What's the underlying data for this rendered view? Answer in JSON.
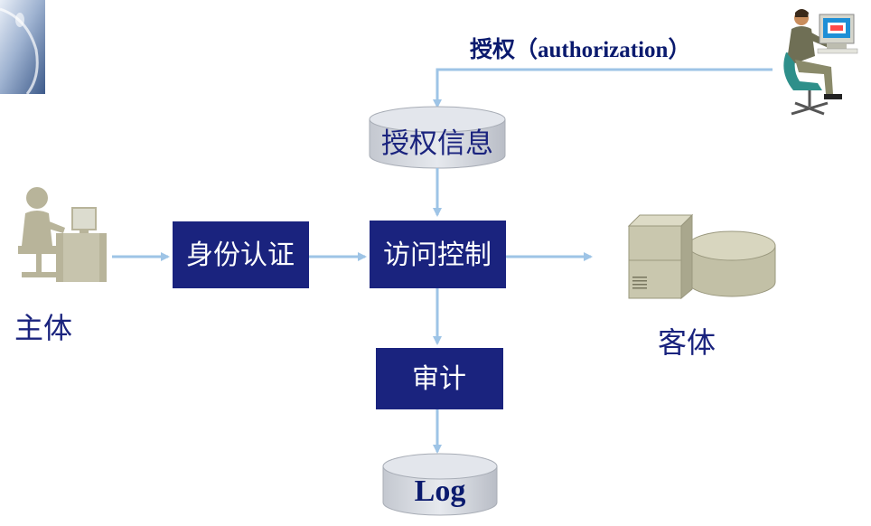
{
  "diagram": {
    "authorization_label": "授权（authorization）",
    "auth_info_label": "授权信息",
    "identity_auth_label": "身份认证",
    "access_control_label": "访问控制",
    "audit_label": "审计",
    "log_label": "Log",
    "subject_label": "主体",
    "object_label": "客体"
  },
  "colors": {
    "box_fill": "#1a237e",
    "arrow": "#9ec4e6",
    "cylinder_top": "#dde1e8",
    "cylinder_body": "#cfd3db",
    "text_dark": "#1a237e",
    "figure_khaki": "#b8b49a"
  },
  "icons": {
    "subject": "user-at-computer-icon",
    "object": "server-with-disk-icon",
    "admin": "administrator-at-workstation-icon",
    "corner": "mouse-decoration-icon"
  }
}
